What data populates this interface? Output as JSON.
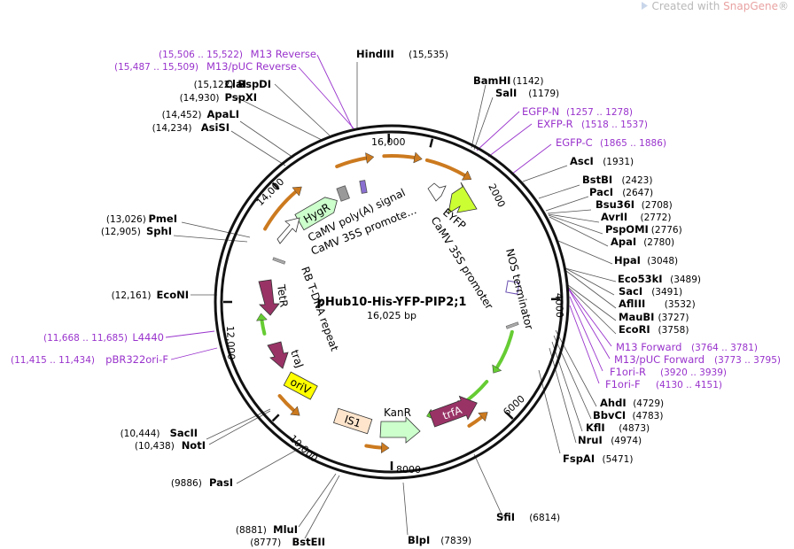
{
  "watermark": {
    "prefix": "Created with",
    "brand": "SnapGene",
    "suffix": "®"
  },
  "plasmid": {
    "name": "pHub10-His-YFP-PIP2;1",
    "size_label": "16,025 bp",
    "length": 16025
  },
  "ticks": [
    "2000",
    "4000",
    "6000",
    "8000",
    "10,000",
    "12,000",
    "14,000",
    "16,000"
  ],
  "sites_right": [
    {
      "name": "BamHI",
      "pos": "(1142)",
      "color": "#000000"
    },
    {
      "name": "SalI",
      "pos": "(1179)",
      "color": "#000000"
    },
    {
      "name": "EGFP-N",
      "pos": "(1257 .. 1278)",
      "color": "#9933cc"
    },
    {
      "name": "EXFP-R",
      "pos": "(1518 .. 1537)",
      "color": "#9933cc"
    },
    {
      "name": "EGFP-C",
      "pos": "(1865 .. 1886)",
      "color": "#9933cc"
    },
    {
      "name": "AscI",
      "pos": "(1931)",
      "color": "#000000"
    },
    {
      "name": "BstBI",
      "pos": "(2423)",
      "color": "#000000"
    },
    {
      "name": "PacI",
      "pos": "(2647)",
      "color": "#000000"
    },
    {
      "name": "Bsu36I",
      "pos": "(2708)",
      "color": "#000000"
    },
    {
      "name": "AvrII",
      "pos": "(2772)",
      "color": "#000000"
    },
    {
      "name": "PspOMI",
      "pos": "(2776)",
      "color": "#000000"
    },
    {
      "name": "ApaI",
      "pos": "(2780)",
      "color": "#000000"
    },
    {
      "name": "HpaI",
      "pos": "(3048)",
      "color": "#000000"
    },
    {
      "name": "Eco53kI",
      "pos": "(3489)",
      "color": "#000000"
    },
    {
      "name": "SacI",
      "pos": "(3491)",
      "color": "#000000"
    },
    {
      "name": "AflIII",
      "pos": "(3532)",
      "color": "#000000"
    },
    {
      "name": "MauBI",
      "pos": "(3727)",
      "color": "#000000"
    },
    {
      "name": "EcoRI",
      "pos": "(3758)",
      "color": "#000000"
    },
    {
      "name": "M13 Forward",
      "pos": "(3764 .. 3781)",
      "color": "#9933cc"
    },
    {
      "name": "M13/pUC Forward",
      "pos": "(3773 .. 3795)",
      "color": "#9933cc"
    },
    {
      "name": "F1ori-R",
      "pos": "(3920 .. 3939)",
      "color": "#9933cc"
    },
    {
      "name": "F1ori-F",
      "pos": "(4130 .. 4151)",
      "color": "#9933cc"
    },
    {
      "name": "AhdI",
      "pos": "(4729)",
      "color": "#000000"
    },
    {
      "name": "BbvCI",
      "pos": "(4783)",
      "color": "#000000"
    },
    {
      "name": "KflI",
      "pos": "(4873)",
      "color": "#000000"
    },
    {
      "name": "NruI",
      "pos": "(4974)",
      "color": "#000000"
    },
    {
      "name": "FspAI",
      "pos": "(5471)",
      "color": "#000000"
    },
    {
      "name": "SfiI",
      "pos": "(6814)",
      "color": "#000000"
    },
    {
      "name": "BlpI",
      "pos": "(7839)",
      "color": "#000000"
    }
  ],
  "sites_left": [
    {
      "name": "M13 Reverse",
      "pos": "(15,506 .. 15,522)",
      "color": "#9933cc"
    },
    {
      "name": "M13/pUC Reverse",
      "pos": "(15,487 .. 15,509)",
      "color": "#9933cc"
    },
    {
      "name": "BspDI",
      "pos": "(15,122)",
      "color": "#000000"
    },
    {
      "name": "ClaI",
      "pos": "",
      "color": "#000000"
    },
    {
      "name": "PspXI",
      "pos": "(14,930)",
      "color": "#000000"
    },
    {
      "name": "ApaLI",
      "pos": "(14,452)",
      "color": "#000000"
    },
    {
      "name": "AsiSI",
      "pos": "(14,234)",
      "color": "#000000"
    },
    {
      "name": "PmeI",
      "pos": "(13,026)",
      "color": "#000000"
    },
    {
      "name": "SphI",
      "pos": "(12,905)",
      "color": "#000000"
    },
    {
      "name": "EcoNI",
      "pos": "(12,161)",
      "color": "#000000"
    },
    {
      "name": "L4440",
      "pos": "(11,668 .. 11,685)",
      "color": "#9933cc"
    },
    {
      "name": "pBR322ori-F",
      "pos": "(11,415 .. 11,434)",
      "color": "#9933cc"
    },
    {
      "name": "SacII",
      "pos": "(10,444)",
      "color": "#000000"
    },
    {
      "name": "NotI",
      "pos": "(10,438)",
      "color": "#000000"
    },
    {
      "name": "PasI",
      "pos": "(9886)",
      "color": "#000000"
    },
    {
      "name": "MluI",
      "pos": "(8881)",
      "color": "#000000"
    },
    {
      "name": "BstEII",
      "pos": "(8777)",
      "color": "#000000"
    }
  ],
  "site_top": {
    "name": "HindIII",
    "pos": "(15,535)",
    "color": "#000000"
  },
  "feature_labels": {
    "hygr": "HygR",
    "camv_polya": "CaMV poly(A) signal",
    "camv35s_left": "CaMV 35S promote...",
    "eyfp": "EYFP",
    "camv35s_right": "CaMV 35S promoter",
    "nos": "NOS terminator",
    "tetr": "TetR",
    "rb": "RB T-DNA repeat",
    "traj": "traJ",
    "oriv": "oriV",
    "is1": "IS1",
    "kanr": "KanR",
    "trfa": "trfA"
  },
  "colors": {
    "hygr": "#ccffcc",
    "eyfp": "#ccff33",
    "tetr": "#993366",
    "trfa": "#993366",
    "oriv": "#ffff00",
    "is1": "#ffe5cc",
    "kanr": "#ccffcc",
    "orange": "#cc7a1f",
    "green": "#66cc33",
    "primer": "#9933cc"
  }
}
